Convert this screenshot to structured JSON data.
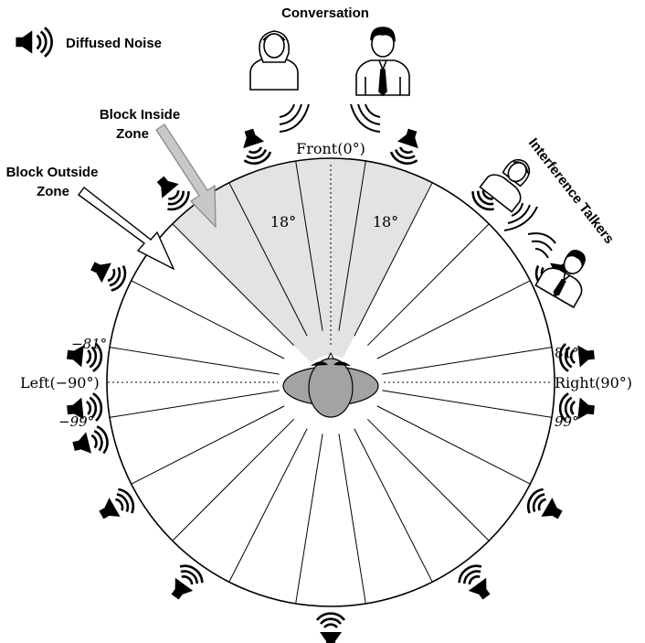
{
  "legend": {
    "icon": "speaker-icon",
    "label": "Diffused Noise"
  },
  "labels": {
    "conversation": "Conversation",
    "interference": "Interference Talkers",
    "block_inside_line1": "Block Inside",
    "block_inside_line2": "Zone",
    "block_outside_line1": "Block Outside",
    "block_outside_line2": "Zone"
  },
  "angles": {
    "front": "Front(0°)",
    "left": "Left(−90°)",
    "right": "Right(90°)",
    "neg81": "−81°",
    "neg99": "−99°",
    "pos81": "81°",
    "pos99": "99°",
    "sector_left": "18°",
    "sector_right": "18°"
  },
  "diagram": {
    "sector_width_deg": 18,
    "shaded_sectors_start_deg": [
      -45,
      -27,
      -9,
      9
    ],
    "speaker_directions_deg": [
      -144,
      -120,
      -104,
      -96,
      -84,
      -64,
      -40,
      -18,
      18,
      40,
      64,
      84,
      96,
      120,
      144,
      180
    ],
    "colors": {
      "shaded_sector": "#e3e3e3",
      "head": "#a3a3a3",
      "stroke": "#000000",
      "arrow_inside": "#c8c8c8",
      "arrow_outside": "#ffffff"
    }
  }
}
